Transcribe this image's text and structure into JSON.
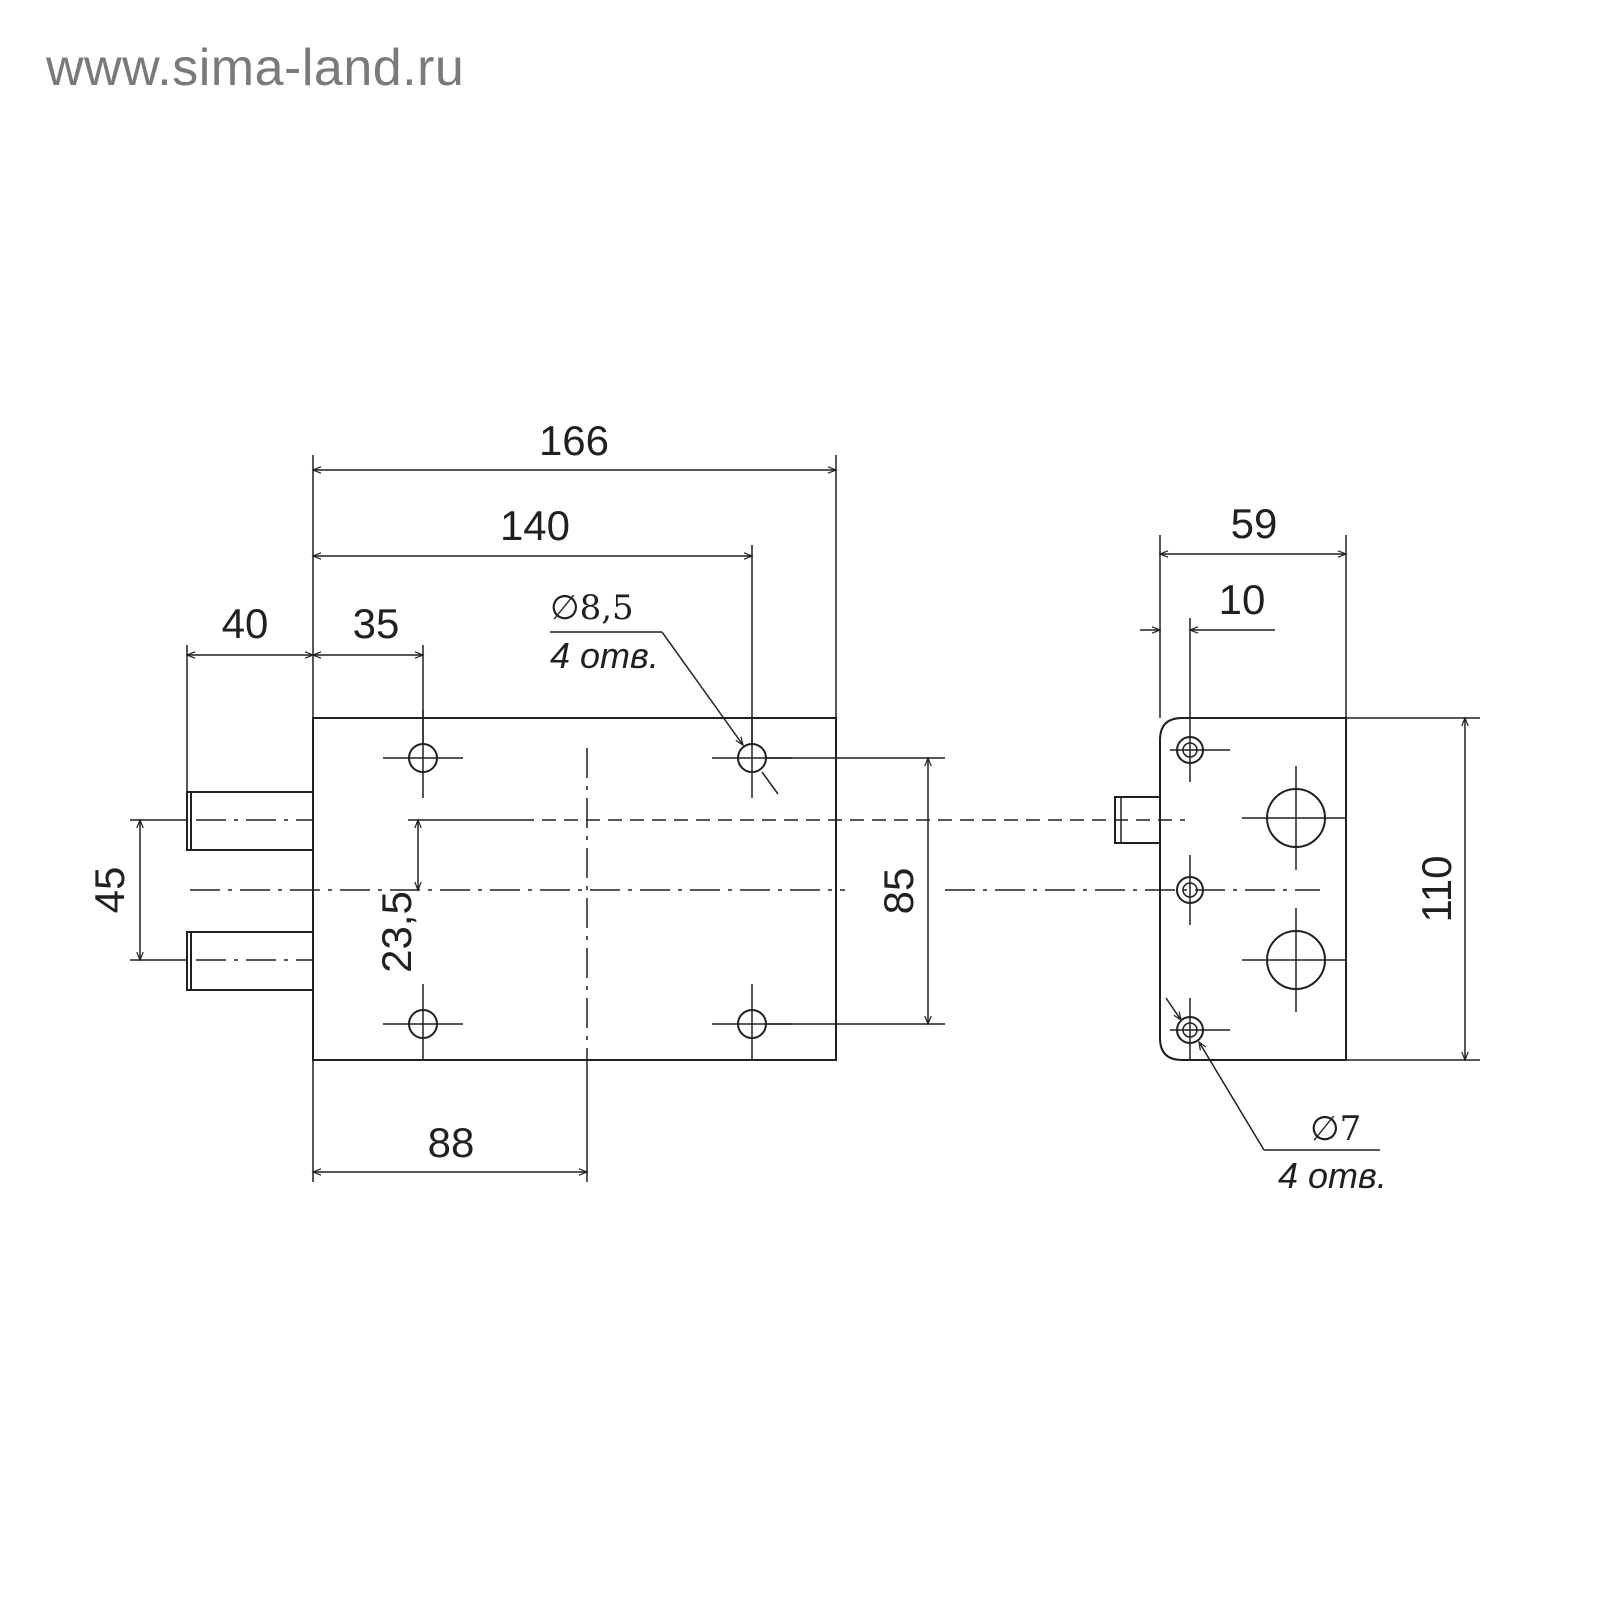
{
  "watermark": "www.sima-land.ru",
  "front_view": {
    "dim_overall_width": "166",
    "dim_hole_span": "140",
    "dim_bolt_length": "40",
    "dim_hole_offset": "35",
    "dim_bolt_spacing": "45",
    "dim_bolt_offset": "23,5",
    "dim_hole_vertical_span": "85",
    "dim_center_offset": "88",
    "hole_diameter": "∅8,5",
    "hole_count": "4 отв."
  },
  "side_view": {
    "dim_depth": "59",
    "dim_edge_offset": "10",
    "dim_height": "110",
    "hole_diameter": "∅7",
    "hole_count": "4 отв."
  }
}
